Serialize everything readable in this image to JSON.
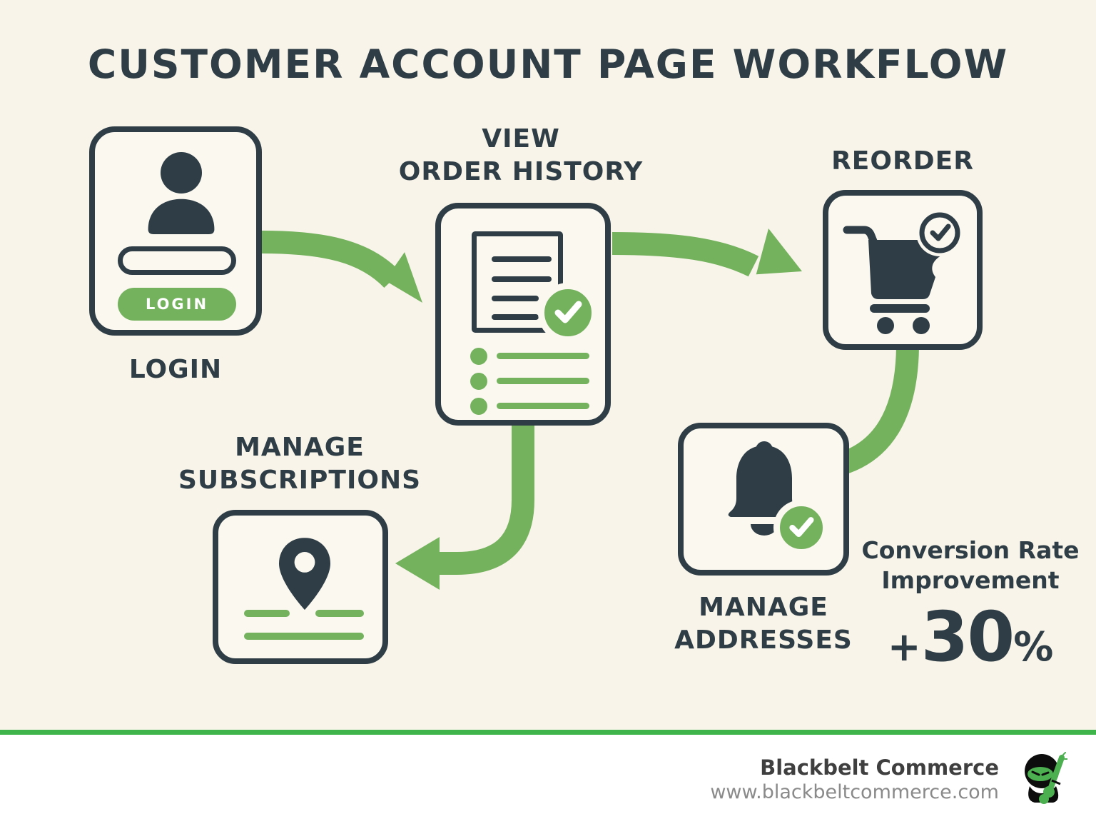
{
  "title": "CUSTOMER ACCOUNT PAGE WORKFLOW",
  "nodes": {
    "login": {
      "label": "LOGIN",
      "button_label": "LOGIN",
      "icon": "user-icon"
    },
    "order_history": {
      "label": "VIEW\nORDER HISTORY",
      "icon": "document-check-icon"
    },
    "reorder": {
      "label": "REORDER",
      "icon": "cart-check-icon"
    },
    "manage_addresses": {
      "label": "MANAGE\nADDRESSES",
      "icon": "bell-check-icon"
    },
    "manage_subscriptions": {
      "label": "MANAGE\nSUBSCRIPTIONS",
      "icon": "location-pin-icon"
    }
  },
  "flow": [
    "login -> order_history",
    "order_history -> reorder",
    "order_history -> manage_subscriptions",
    "reorder -> manage_addresses"
  ],
  "stat": {
    "caption": "Conversion Rate\nImprovement",
    "sign": "+",
    "number": "30",
    "percent": "%"
  },
  "footer": {
    "company": "Blackbelt Commerce",
    "website": "www.blackbeltcommerce.com",
    "logo": "ninja-mascot-icon"
  },
  "colors": {
    "background": "#f8f4e9",
    "card_fill": "#fbf8f0",
    "ink": "#2e3d46",
    "green": "#74b25e",
    "divider_green": "#3fb44b",
    "footer_bg": "#ffffff",
    "footer_text": "#3f3f3f",
    "footer_url": "#8a8a8a",
    "logo_green": "#4caf50"
  }
}
